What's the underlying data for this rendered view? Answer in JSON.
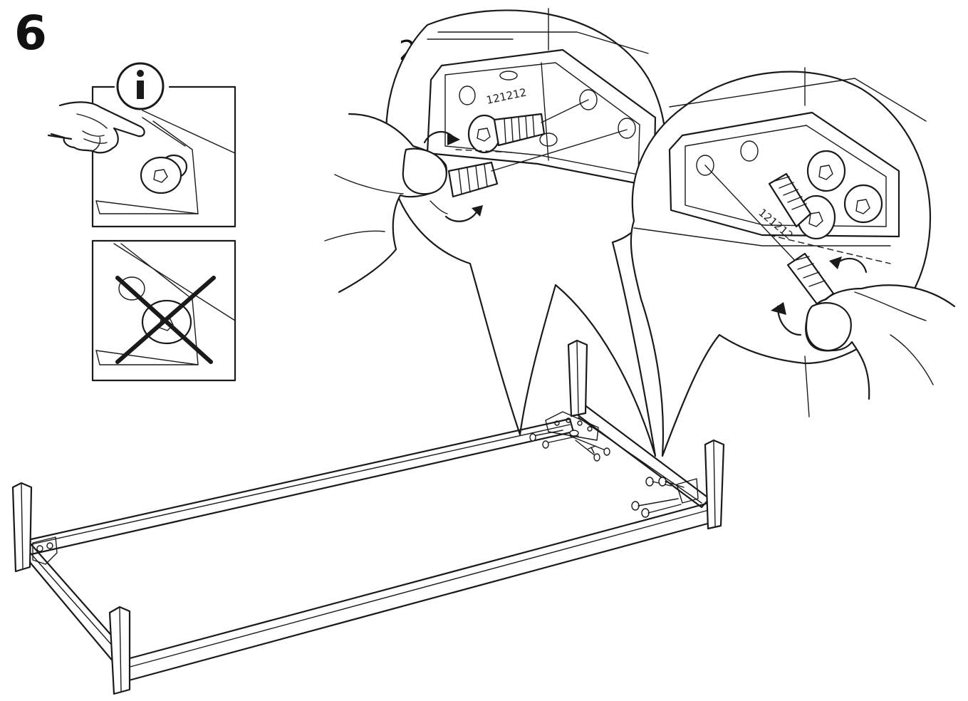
{
  "step": {
    "number": "6",
    "quantity_label": "2x",
    "part_number": "121212",
    "info_symbol": "info-icon"
  },
  "panels": {
    "correct": {
      "icon": "pointing-hand-icon"
    },
    "incorrect": {
      "icon": "cross-icon"
    }
  },
  "colors": {
    "ink": "#1a1a1a",
    "background": "#ffffff"
  }
}
